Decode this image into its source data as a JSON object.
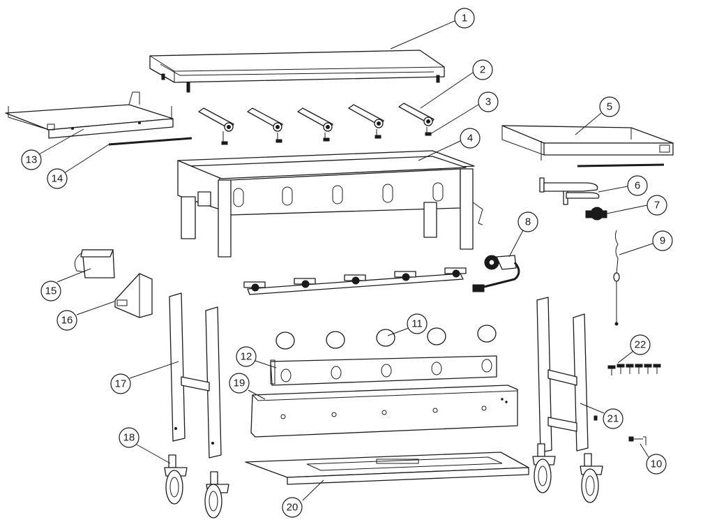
{
  "diagram": {
    "callouts": [
      {
        "id": "1",
        "label": "1"
      },
      {
        "id": "2",
        "label": "2"
      },
      {
        "id": "3",
        "label": "3"
      },
      {
        "id": "4",
        "label": "4"
      },
      {
        "id": "5",
        "label": "5"
      },
      {
        "id": "6",
        "label": "6"
      },
      {
        "id": "7",
        "label": "7"
      },
      {
        "id": "8",
        "label": "8"
      },
      {
        "id": "9",
        "label": "9"
      },
      {
        "id": "10",
        "label": "10"
      },
      {
        "id": "11",
        "label": "11"
      },
      {
        "id": "12",
        "label": "12"
      },
      {
        "id": "13",
        "label": "13"
      },
      {
        "id": "14",
        "label": "14"
      },
      {
        "id": "15",
        "label": "15"
      },
      {
        "id": "16",
        "label": "16"
      },
      {
        "id": "17",
        "label": "17"
      },
      {
        "id": "18",
        "label": "18"
      },
      {
        "id": "19",
        "label": "19"
      },
      {
        "id": "20",
        "label": "20"
      },
      {
        "id": "21",
        "label": "21"
      },
      {
        "id": "22",
        "label": "22"
      }
    ],
    "colors": {
      "line": "#1a1a1a",
      "background": "#ffffff"
    }
  }
}
